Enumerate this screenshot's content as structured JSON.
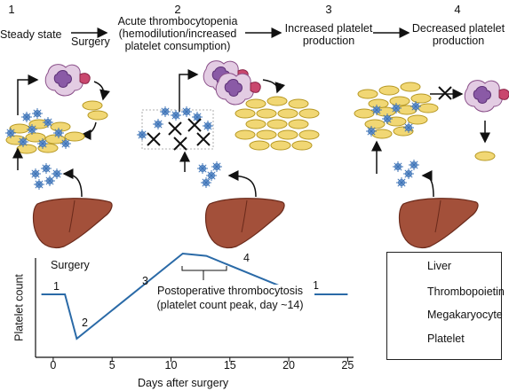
{
  "header": {
    "stages": [
      {
        "number": "1",
        "label": "Steady state"
      },
      {
        "number": "2",
        "label": "Acute thrombocytopenia\n(hemodilution/increased\nplatelet consumption)"
      },
      {
        "number": "3",
        "label": "Increased platelet\nproduction"
      },
      {
        "number": "4",
        "label": "Decreased platelet\nproduction"
      }
    ],
    "surgery_arrow_label": "Surgery"
  },
  "chart": {
    "surgery_label": "Surgery",
    "ylabel": "Platelet count",
    "xlabel": "Days after surgery",
    "xticks": [
      "0",
      "5",
      "10",
      "15",
      "20",
      "25"
    ],
    "phase_labels": [
      "1",
      "2",
      "3",
      "4",
      "1"
    ],
    "annotation_line1": "Postoperative thrombocytosis",
    "annotation_line2": "(platelet count peak, day ~14)"
  },
  "chart_data": {
    "type": "line",
    "x": [
      -1,
      1,
      2,
      11,
      13,
      21,
      25
    ],
    "y_relative": [
      1.0,
      1.0,
      0.0,
      1.9,
      1.85,
      1.0,
      1.0
    ],
    "xlim": [
      -1.5,
      25.5
    ],
    "xlabel": "Days after surgery",
    "ylabel": "Platelet count"
  },
  "legend": {
    "items": [
      {
        "label": "Liver",
        "icon": "liver-icon"
      },
      {
        "label": "Thrombopoietin",
        "icon": "thrombopoietin-icon"
      },
      {
        "label": "Megakaryocyte",
        "icon": "megakaryocyte-icon"
      },
      {
        "label": "Platelet",
        "icon": "platelet-icon"
      }
    ]
  },
  "colors": {
    "liver": "#a3503a",
    "platelet": "#f1d774",
    "thrombopoietin": "#7aa6dc",
    "megakaryocyte": "#b27ab0",
    "line": "#2a6aa7"
  }
}
